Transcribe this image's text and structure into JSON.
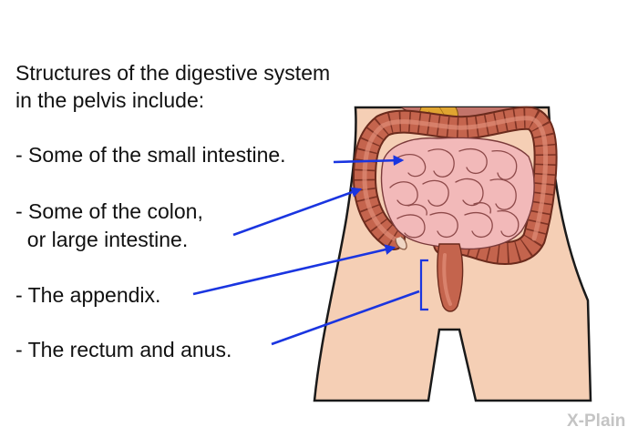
{
  "intro": {
    "line1": "Structures of the digestive system",
    "line2": "in the pelvis include:"
  },
  "items": [
    {
      "line1": "- Some of the small intestine."
    },
    {
      "line1": "- Some of the colon,",
      "line2": "  or large intestine."
    },
    {
      "line1": "- The appendix."
    },
    {
      "line1": "- The rectum and anus."
    }
  ],
  "brand": "X-Plain",
  "colors": {
    "skin": "#f5cfb5",
    "outline": "#1a1a1a",
    "small_intestine": "#f2b9b9",
    "colon": "#c4644d",
    "stomach": "#c2746a",
    "pancreas": "#e0a531",
    "arrow": "#1a35e0"
  }
}
